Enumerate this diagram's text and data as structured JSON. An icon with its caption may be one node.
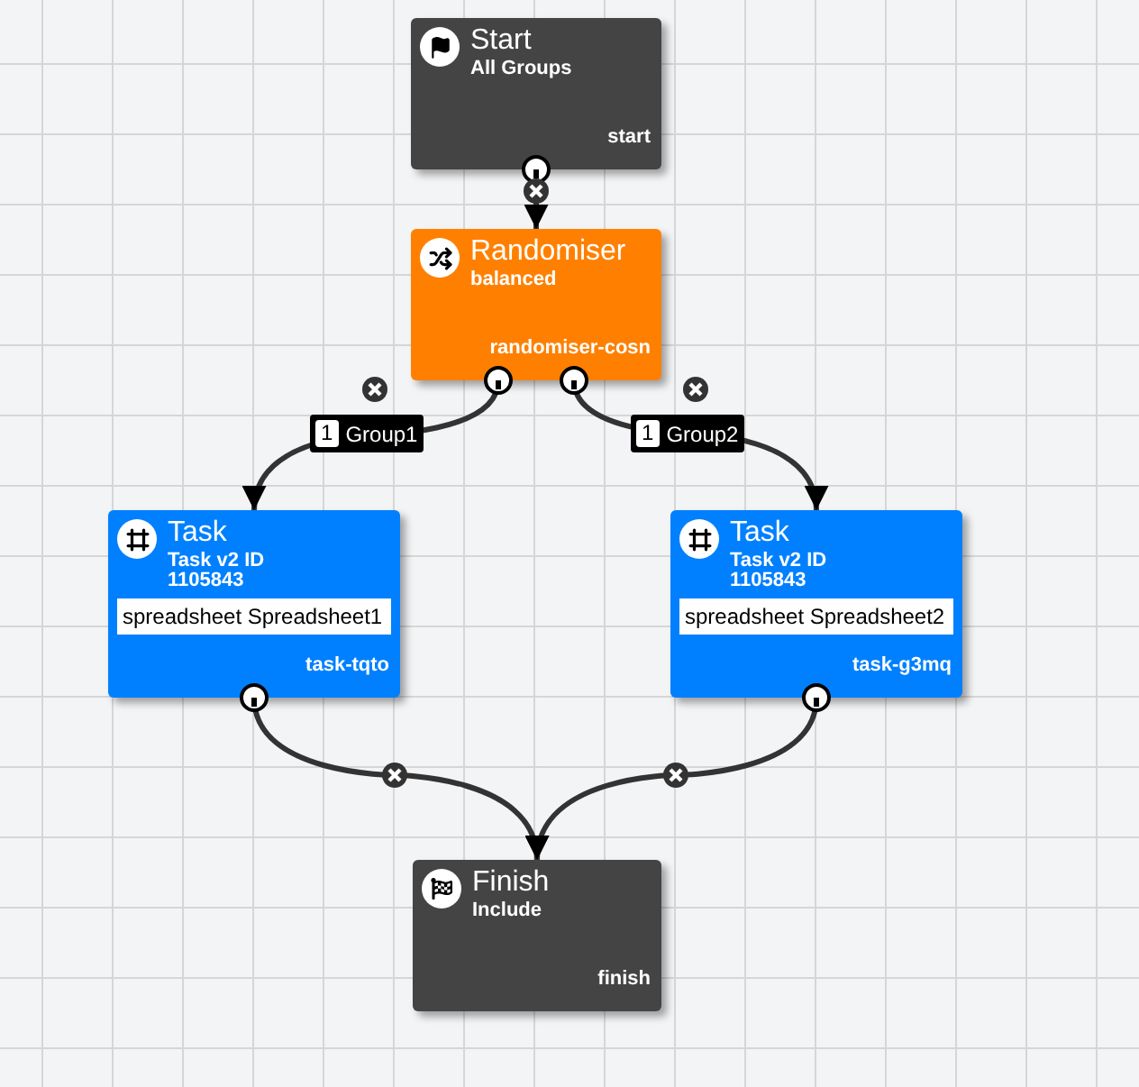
{
  "diagram": {
    "nodes": [
      {
        "text": [
          "Start",
          "All Groups",
          "start"
        ]
      },
      {
        "text": [
          "Randomiser",
          "balanced",
          "randomiser-cosn"
        ]
      },
      {
        "text": [
          "Task",
          "Task v2 ID 1105843",
          "spreadsheet Spreadsheet1",
          "task-tqto"
        ]
      },
      {
        "text": [
          "Task",
          "Task v2 ID 1105843",
          "spreadsheet Spreadsheet2",
          "task-g3mq"
        ]
      },
      {
        "text": [
          "Finish",
          "Include",
          "finish"
        ]
      }
    ],
    "edges": [
      {
        "from": 0,
        "to": 1,
        "arrow": "to"
      },
      {
        "from": 1,
        "to": 2,
        "arrow": "to",
        "label": "Group1"
      },
      {
        "from": 1,
        "to": 3,
        "arrow": "to",
        "label": "Group2"
      },
      {
        "from": 2,
        "to": 4,
        "arrow": "to"
      },
      {
        "from": 3,
        "to": 4,
        "arrow": "to"
      }
    ],
    "labels": [
      "1",
      "1"
    ]
  }
}
